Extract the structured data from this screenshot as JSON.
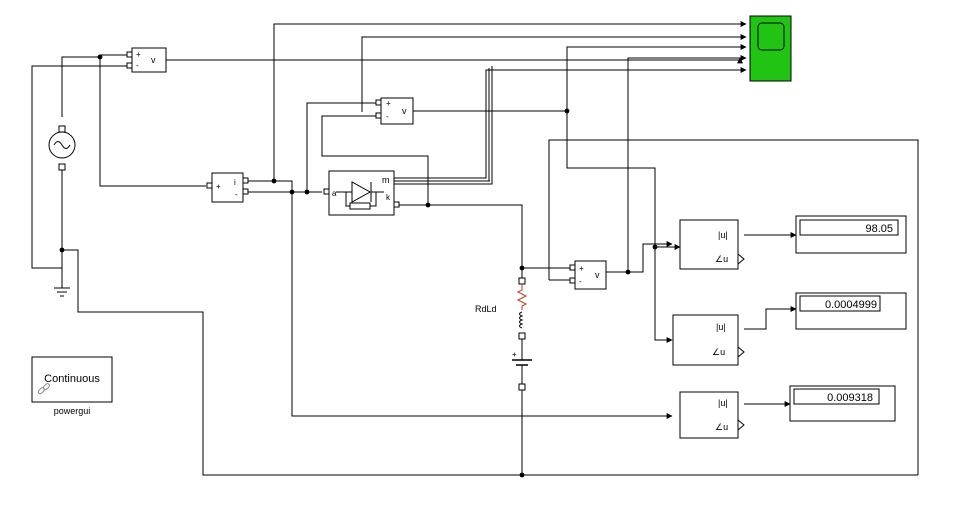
{
  "voltmeter": {
    "plus": "+",
    "minus": "-",
    "label": "v"
  },
  "ammeter": {
    "plus": "+",
    "minus": "-",
    "label": "i"
  },
  "diode": {
    "m_label": "m",
    "a_label": "a",
    "k_label": "k"
  },
  "rlc": {
    "name": "RdLd"
  },
  "dc_source": {
    "plus": "+"
  },
  "fourier": {
    "mag_label": "|u|",
    "angle_label": "∠u"
  },
  "displays": [
    {
      "value": "98.05"
    },
    {
      "value": "0.0004999"
    },
    {
      "value": "0.009318"
    }
  ],
  "powergui": {
    "mode": "Continuous",
    "name": "powergui"
  },
  "colors": {
    "scope": "#22c414",
    "link": "#1f3fbf"
  }
}
